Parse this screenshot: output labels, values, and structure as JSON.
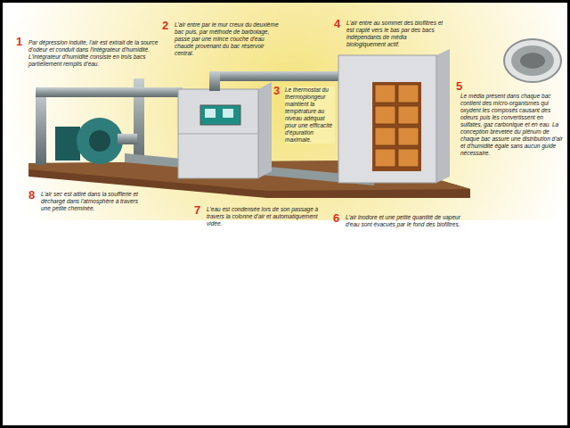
{
  "diagram": {
    "labels": [
      "1",
      "Par dépression induite, l'air est extrait de la source d'odeur et conduit dans l'intégrateur d'humidité. L'intégrateur d'humidité consiste en trois bacs partiellement remplis d'eau.",
      "2",
      "L'air entre par le mur creux du deuxième bac puis, par méthode de barbotage, passe par une mince couche d'eau chaude provenant du bac réservoir central.",
      "4",
      "L'air entre au sommet des biofiltres et est capté vers le bas par des bacs indépendants de média biologiquement actif.",
      "5",
      "Le média présent dans chaque bac contient des micro-organismes qui oxydent les composés causant des odeurs puis les convertissent en sulfates, gaz carbonique et en eau. La conception brevetée du plénum de chaque bac assure une distribution d'air et d'humidité égale sans aucun guide nécessaire.",
      "3",
      "Le thermostat du thermoplongeur maintient la température au niveau adéquat pour une efficacité d'épuration maximale.",
      "8",
      "L'air sec est attiré dans la soufflerie et déchargé dans l'atmosphère à travers une petite cheminée.",
      "7",
      "L'eau est condensée lors de son passage à travers la colonne d'air et automatiquement vidée.",
      "6",
      "L'air inodore et une petite quantité de vapeur d'eau sont évacués par le fond des biofiltres."
    ]
  }
}
